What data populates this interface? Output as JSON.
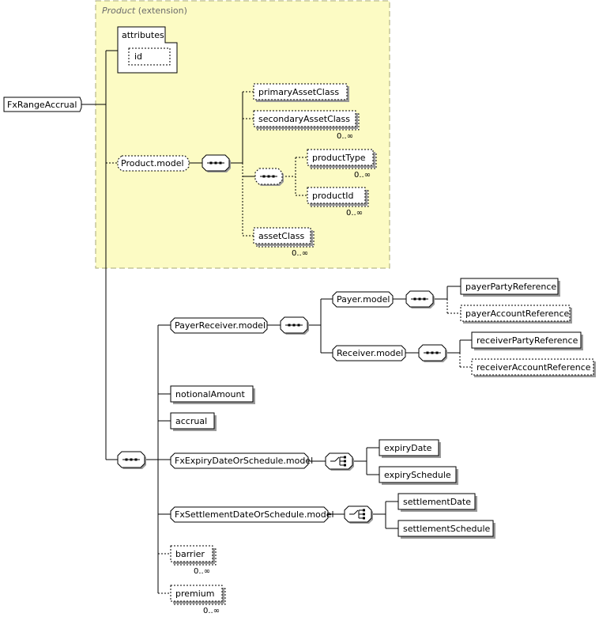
{
  "colors": {
    "extension_fill": "#fcfbc4",
    "extension_border": "#a8a878",
    "box_fill": "#ffffff",
    "stroke": "#000000"
  },
  "extension": {
    "base": "Product",
    "suffix": " (extension)"
  },
  "attributes": {
    "title": "attributes",
    "items": [
      "id"
    ]
  },
  "root": {
    "label": "FxRangeAccrual"
  },
  "product_model": {
    "label": "Product.model"
  },
  "elements": {
    "primaryAssetClass": {
      "label": "primaryAssetClass"
    },
    "secondaryAssetClass": {
      "label": "secondaryAssetClass",
      "card": "0..∞"
    },
    "productType": {
      "label": "productType",
      "card": "0..∞"
    },
    "productId": {
      "label": "productId",
      "card": "0..∞"
    },
    "assetClass": {
      "label": "assetClass",
      "card": "0..∞"
    },
    "payerReceiverModel": {
      "label": "PayerReceiver.model"
    },
    "payerModel": {
      "label": "Payer.model"
    },
    "receiverModel": {
      "label": "Receiver.model"
    },
    "payerPartyReference": {
      "label": "payerPartyReference"
    },
    "payerAccountReference": {
      "label": "payerAccountReference"
    },
    "receiverPartyReference": {
      "label": "receiverPartyReference"
    },
    "receiverAccountReference": {
      "label": "receiverAccountReference"
    },
    "notionalAmount": {
      "label": "notionalAmount"
    },
    "accrual": {
      "label": "accrual"
    },
    "fxExpiryModel": {
      "label": "FxExpiryDateOrSchedule.model"
    },
    "expiryDate": {
      "label": "expiryDate"
    },
    "expirySchedule": {
      "label": "expirySchedule"
    },
    "fxSettlementModel": {
      "label": "FxSettlementDateOrSchedule.model"
    },
    "settlementDate": {
      "label": "settlementDate"
    },
    "settlementSchedule": {
      "label": "settlementSchedule"
    },
    "barrier": {
      "label": "barrier",
      "card": "0..∞"
    },
    "premium": {
      "label": "premium",
      "card": "0..∞"
    }
  }
}
